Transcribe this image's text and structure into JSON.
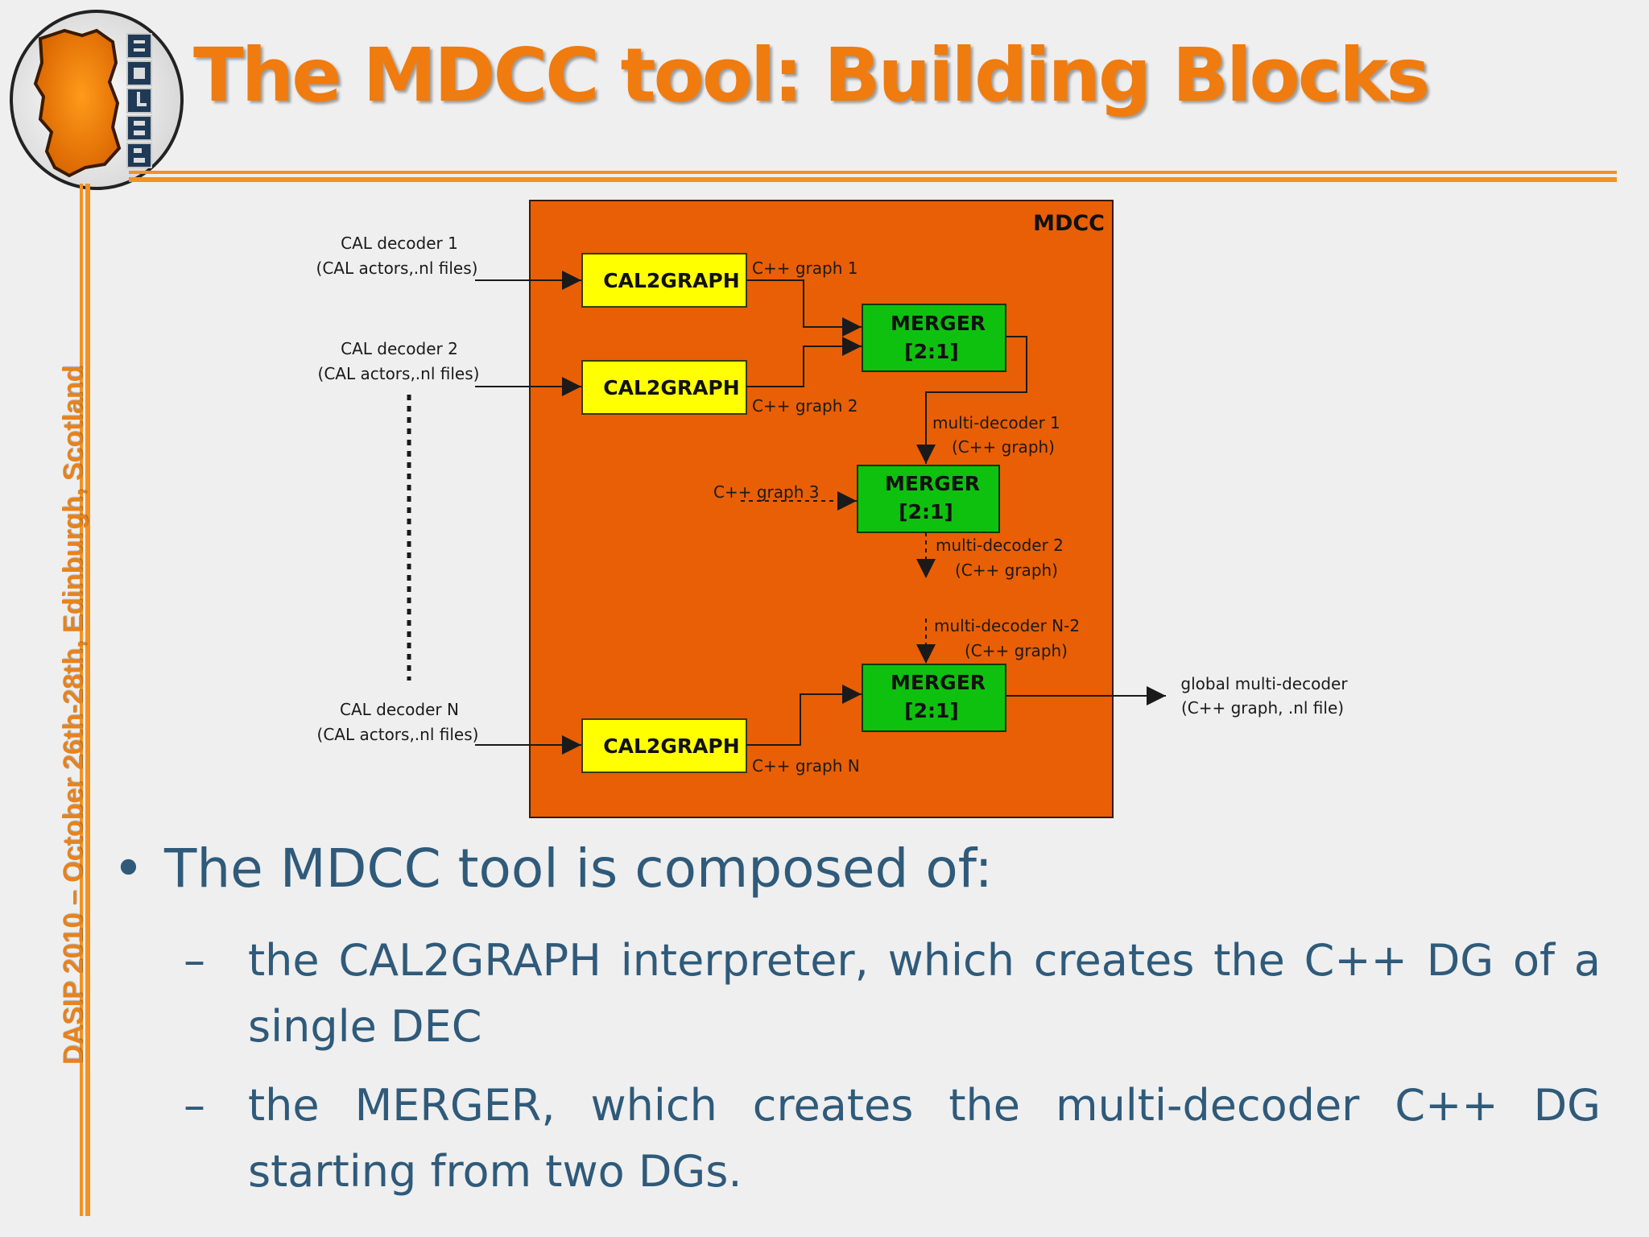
{
  "slide": {
    "title": "The MDCC tool: Building Blocks",
    "side_caption": "DASIP 2010 – October 26th-28th, Edinburgh, Scotland",
    "logo_letters": "EOLAB"
  },
  "diagram": {
    "container_label": "MDCC",
    "inputs": [
      {
        "line1": "CAL decoder 1",
        "line2": "(CAL actors,.nl files)"
      },
      {
        "line1": "CAL decoder 2",
        "line2": "(CAL actors,.nl files)"
      },
      {
        "line1": "CAL decoder N",
        "line2": "(CAL actors,.nl files)"
      }
    ],
    "cal2graph_label": "CAL2GRAPH",
    "merger_label_line1": "MERGER",
    "merger_label_line2": "[2:1]",
    "edges": {
      "graph1": "C++ graph 1",
      "graph2": "C++ graph 2",
      "graph3": "C++ graph 3",
      "graphN": "C++ graph N",
      "md1_line1": "multi-decoder 1",
      "md1_line2": "(C++ graph)",
      "md2_line1": "multi-decoder 2",
      "md2_line2": "(C++ graph)",
      "mdN2_line1": "multi-decoder N-2",
      "mdN2_line2": "(C++ graph)"
    },
    "output": {
      "line1": "global multi-decoder",
      "line2": "(C++ graph, .nl file)"
    },
    "colors": {
      "container": "#e95f05",
      "cal2graph": "#ffff00",
      "merger": "#0fc10f"
    }
  },
  "bullets": {
    "main": "The MDCC tool is composed of:",
    "items": [
      "the CAL2GRAPH interpreter, which creates the C++ DG of a single DEC",
      "the MERGER, which creates the multi-decoder C++ DG starting from two DGs."
    ],
    "bullet_glyph": "•",
    "dash_glyph": "–"
  }
}
